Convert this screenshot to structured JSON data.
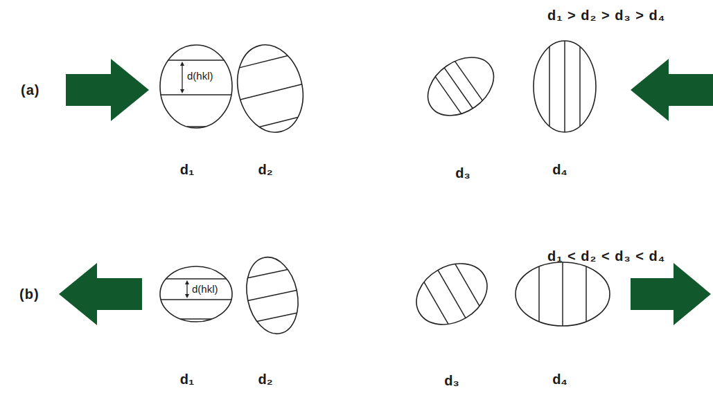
{
  "diagram": {
    "nodes": [
      {
        "text": [
          "d(hkl)",
          "d₁"
        ]
      },
      {
        "text": [
          "d₂"
        ]
      },
      {
        "text": [
          "d₃"
        ]
      },
      {
        "text": [
          "d₄"
        ]
      },
      {
        "text": [
          "d(hkl)",
          "d₁"
        ]
      },
      {
        "text": [
          "d₂"
        ]
      },
      {
        "text": [
          "d₃"
        ]
      },
      {
        "text": [
          "d₄"
        ]
      }
    ],
    "labels": [
      "(a)",
      "d₁ > d₂ > d₃ > d₄",
      "(b)",
      "d₁ < d₂ < d₃ < d₄"
    ]
  }
}
